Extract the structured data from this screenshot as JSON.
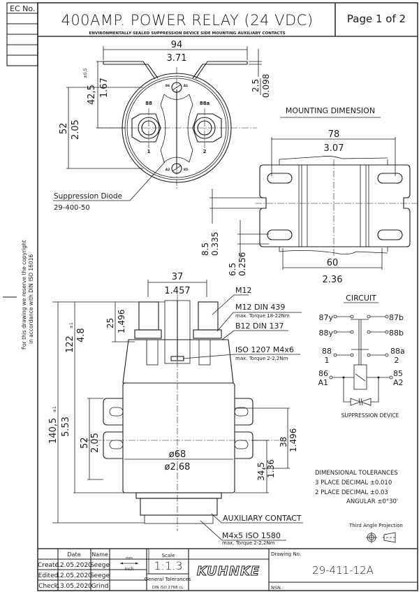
{
  "header": {
    "ec_label": "EC No.",
    "title": "400AMP. POWER RELAY (24 VDC)",
    "subtitle": "ENVIRONMENTALLY SEALED  SUPPRESSION DEVICE  SIDE MOUNTING  AUXILIARY CONTACTS",
    "page": "Page 1   of 2"
  },
  "copyright_note": {
    "line1": "For this drawing we reserve the copyright",
    "line2": "in accordance with DIN ISO 16016"
  },
  "top_view": {
    "dim_width_mm": "94",
    "dim_width_in": "3.71",
    "dim_height_mm": "42,5",
    "dim_height_tol": "±0,5",
    "dim_height_in": "1.67",
    "dim_bracket_mm": "2.5",
    "dim_bracket_in": "0.098",
    "dim_terminal_mm": "52",
    "dim_terminal_in": "2.05",
    "terminal_labels": {
      "t88": "88",
      "t88a": "88a",
      "t1": "1",
      "t2": "2",
      "a1": "A1",
      "a2": "A2",
      "t86": "86",
      "t85": "85"
    },
    "callout_label": "Suppression Diode",
    "callout_part": "29-400-50"
  },
  "mounting": {
    "title": "MOUNTING DIMENSION",
    "dim_outer_mm": "78",
    "dim_outer_in": "3.07",
    "dim_inner_mm": "60",
    "dim_inner_in": "2.36",
    "dim_slot_mm": "8.5",
    "dim_slot_in": "0.335",
    "dim_hole_mm": "6.5",
    "dim_hole_in": "0.256"
  },
  "side_view": {
    "dim_stud_spacing_mm": "37",
    "dim_stud_spacing_in": "1.457",
    "dim_stud_height_mm": "25",
    "dim_stud_height_in": "1.496",
    "dim_body_height_mm": "122",
    "dim_body_height_tol": "±1",
    "dim_body_height_in": "4.8",
    "dim_total_height_mm": "140,5",
    "dim_total_height_tol": "±1",
    "dim_total_height_in": "5.53",
    "dim_mount_mm": "52",
    "dim_mount_in": "2.05",
    "dim_diameter_mm": "ø68",
    "dim_diameter_in": "ø2.68",
    "dim_right1_mm": "38",
    "dim_right1_in": "1.496",
    "dim_right2_mm": "34,5",
    "dim_right2_in": "1.36",
    "callouts": [
      {
        "label": "M12",
        "sub": ""
      },
      {
        "label": "M12  DIN  439",
        "sub": "max. Torque 18-22Nm"
      },
      {
        "label": "B12  DIN  137",
        "sub": ""
      },
      {
        "label": "ISO  1207  M4x6",
        "sub": "max. Torque 2-2,2Nm"
      }
    ],
    "aux_label": "AUXILIARY  CONTACT",
    "screw_label": "M4x5  ISO  1580",
    "screw_sub": "max. Torque 2-2,2Nm"
  },
  "circuit": {
    "title": "CIRCUIT",
    "left": [
      "87y",
      "88y",
      "88",
      "1",
      "86",
      "A1"
    ],
    "right": [
      "87b",
      "88b",
      "88a",
      "2",
      "85",
      "A2"
    ],
    "device_label": "SUPPRESSION DEVICE"
  },
  "tolerances": {
    "title": "DIMENSIONAL TOLERANCES",
    "line1": "3 PLACE DECIMAL ±0.010",
    "line2": "2 PLACE DECIMAL ±0.03",
    "line3": "ANGULAR ±0°30'",
    "projection": "Third Angle Projection"
  },
  "title_block": {
    "col_date": "Date",
    "col_name": "Name",
    "rows": [
      {
        "label": "Create",
        "date": "12.05.2020",
        "name": "Seege"
      },
      {
        "label": "Edited",
        "date": "12.05.2020",
        "name": "Seege"
      },
      {
        "label": "Check",
        "date": "13.05.2020",
        "name": "Grind"
      }
    ],
    "unit_top": "mm",
    "unit_bottom": "Inch",
    "scale_label": "Scale",
    "scale_value": "1:1.3",
    "tolerances_label": "General Tolerances",
    "tolerances_std": "DIN ISO 2768 cL",
    "logo": "KUHNKE",
    "drawing_no_label": "Drawing No:",
    "drawing_no": "29-411-12A",
    "nsn_label": "NSN.:"
  }
}
